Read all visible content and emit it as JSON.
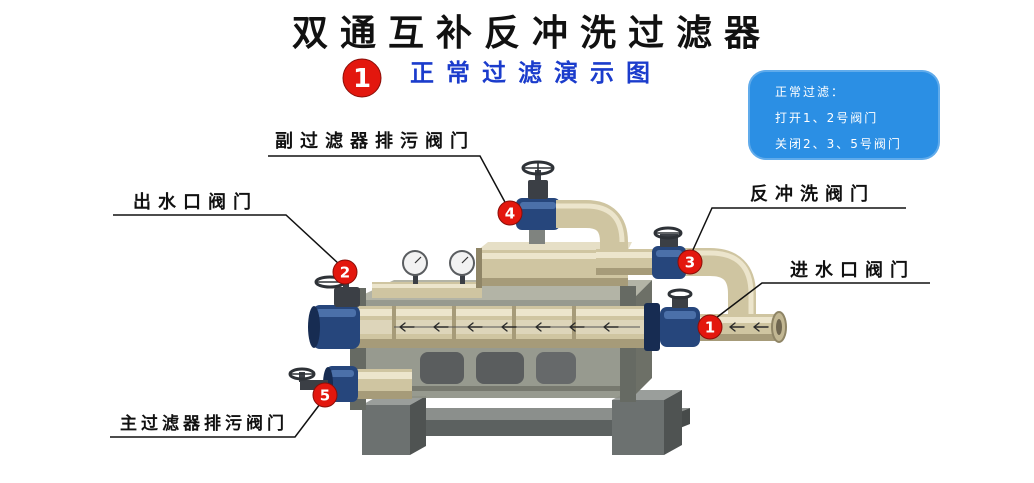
{
  "title": "双通互补反冲洗过滤器",
  "step": {
    "number": "1",
    "label": "正常过滤演示图"
  },
  "info_box": {
    "heading": "正常过滤：",
    "lines": [
      "打开1、2号阀门",
      "关闭2、3、5号阀门"
    ]
  },
  "callouts": {
    "aux_drain_valve": {
      "label": "副过滤器排污阀门",
      "number": "4"
    },
    "outlet_valve": {
      "label": "出水口阀门",
      "number": "2"
    },
    "backwash_valve": {
      "label": "反冲洗阀门",
      "number": "3"
    },
    "inlet_valve": {
      "label": "进水口阀门",
      "number": "1"
    },
    "main_drain_valve": {
      "label": "主过滤器排污阀门",
      "number": "5"
    }
  },
  "colors": {
    "badge_red": "#e3170e",
    "subtitle_blue": "#1b3ccc",
    "info_box_blue": "#2b8fe4",
    "valve_blue": "#26467c",
    "pipe_beige": "#cfc5a1",
    "frame_grey": "#8e9185"
  }
}
